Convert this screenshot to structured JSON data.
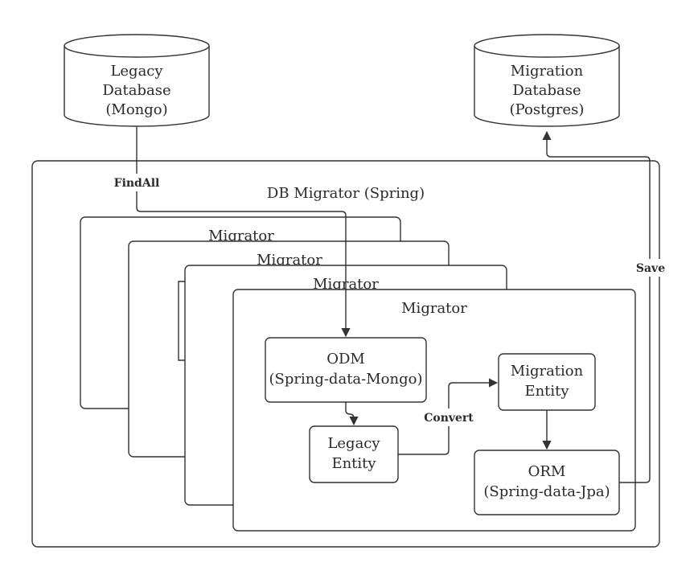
{
  "diagram": {
    "databases": {
      "legacy": {
        "line1": "Legacy",
        "line2": "Database",
        "line3": "(Mongo)"
      },
      "migration": {
        "line1": "Migration",
        "line2": "Database",
        "line3": "(Postgres)"
      }
    },
    "container": {
      "title": "DB Migrator (Spring)"
    },
    "migrator_stack": {
      "label_1": "Migrator",
      "label_2": "Migrator",
      "label_3": "Migrator",
      "label_front": "Migrator"
    },
    "nodes": {
      "odm": {
        "line1": "ODM",
        "line2": "(Spring-data-Mongo)"
      },
      "legacy_entity": {
        "line1": "Legacy",
        "line2": "Entity"
      },
      "migration_entity": {
        "line1": "Migration",
        "line2": "Entity"
      },
      "orm": {
        "line1": "ORM",
        "line2": "(Spring-data-Jpa)"
      }
    },
    "edges": {
      "findall": "FindAll",
      "convert": "Convert",
      "save": "Save"
    }
  }
}
